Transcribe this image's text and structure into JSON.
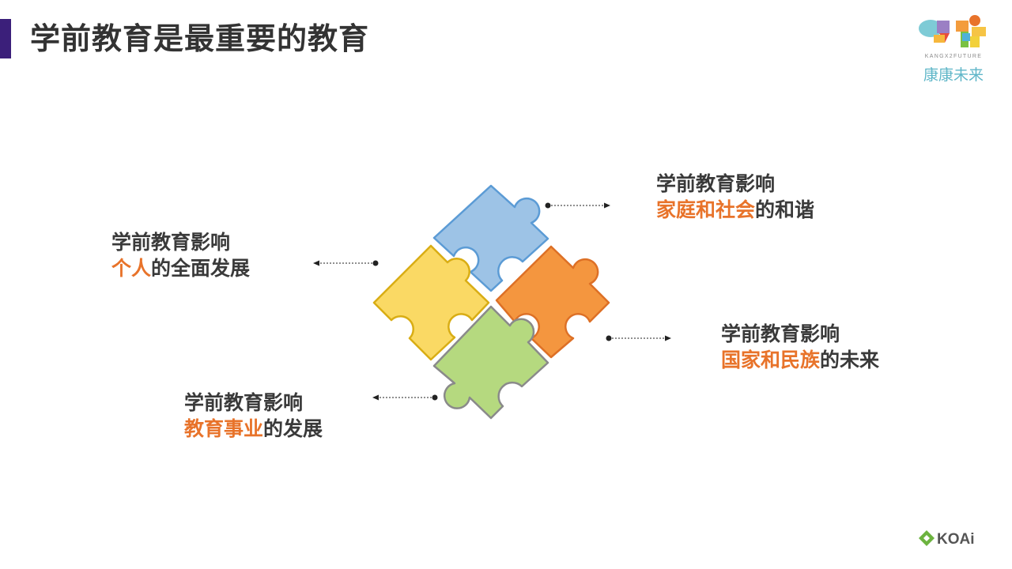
{
  "slide": {
    "title": "学前教育是最重要的教育"
  },
  "brand": {
    "name_en": "KANGX2FUTURE",
    "name_cn": "康康未来",
    "footer_logo": "KOAi",
    "colors": {
      "title_bar": "#3b1f7a",
      "highlight": "#e8732a",
      "blue_piece": "#9dc3e6",
      "orange_piece": "#f4963f",
      "yellow_piece": "#fad964",
      "green_piece": "#b5d97f"
    }
  },
  "captions": {
    "top_right": {
      "line1": "学前教育影响",
      "highlight": "家庭和社会",
      "rest": "的和谐"
    },
    "left": {
      "line1": "学前教育影响",
      "highlight": "个人",
      "rest": "的全面发展"
    },
    "bottom_right": {
      "line1": "学前教育影响",
      "highlight": "国家和民族",
      "rest": "的未来"
    },
    "bottom_left": {
      "line1": "学前教育影响",
      "highlight": "教育事业",
      "rest": "的发展"
    }
  },
  "icons": [
    "puzzle-icon",
    "arrow-right-icon",
    "arrow-left-icon",
    "brand-logo-icon",
    "koai-logo-icon"
  ]
}
